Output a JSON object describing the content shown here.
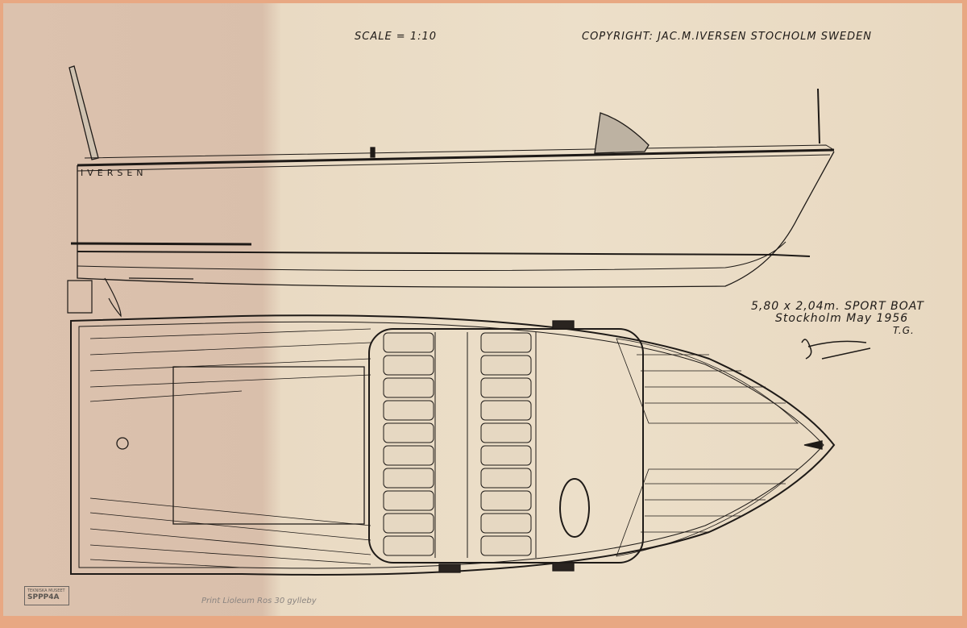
{
  "title_block": {
    "scale": "SCALE = 1:10",
    "copyright": "COPYRIGHT: JAC.M.IVERSEN STOCHOLM SWEDEN",
    "spec": "5,80 x 2,04m. SPORT BOAT",
    "place_date": "Stockholm May 1956",
    "initials": "T.G.",
    "signature": "Iversen"
  },
  "side_view": {
    "hull_name": "IVERSEN"
  },
  "archive_stamp": {
    "line1": "TEKNISKA MUSEET",
    "number": "SPPP4A"
  },
  "pencil_note": "Print Lioleum  Ros 30 gylleby",
  "colors": {
    "paper": "#ecdfc9",
    "ink": "#1e1a17",
    "edge": "#e8a883"
  }
}
